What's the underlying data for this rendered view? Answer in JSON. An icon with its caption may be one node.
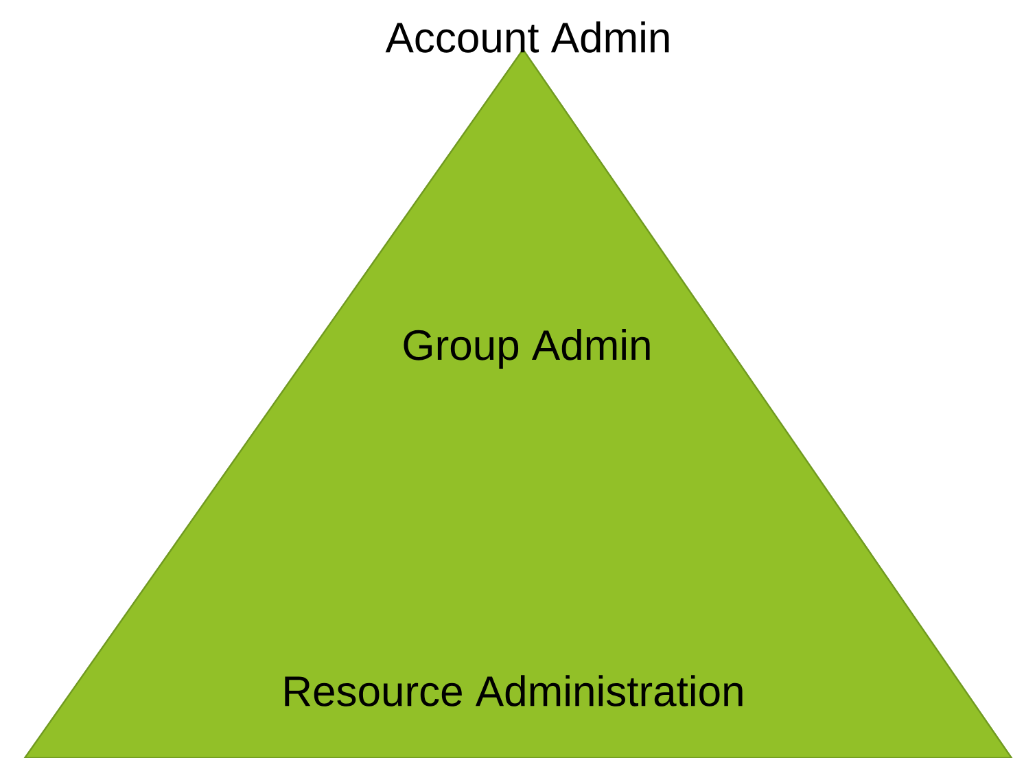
{
  "diagram": {
    "nodes": [
      {
        "text": [
          "Account Admin",
          "Group Admin",
          "Resource Administration"
        ]
      }
    ]
  }
}
